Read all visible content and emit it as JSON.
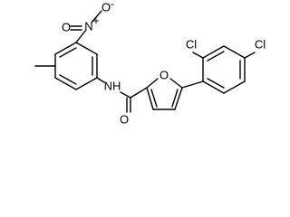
{
  "molecule": {
    "atom_labels": {
      "nitro_n": "N",
      "nitro_o_top": "O",
      "nitro_o_left": "O",
      "nitro_plus": "+",
      "nitro_minus": "-",
      "amide_nh": "NH",
      "amide_o": "O",
      "furan_o": "O",
      "cl_top": "Cl",
      "cl_right": "Cl"
    },
    "colors": {
      "bond": "#000000",
      "text": "#000000",
      "background": "#ffffff"
    }
  }
}
